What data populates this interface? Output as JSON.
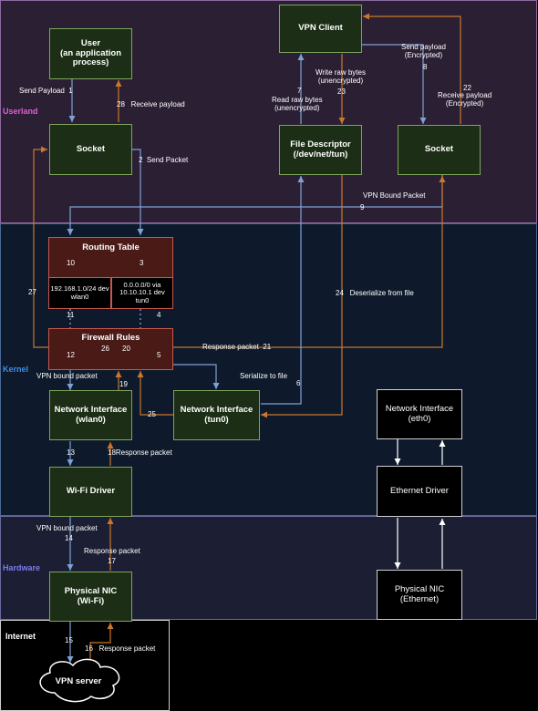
{
  "regions": {
    "userland": {
      "label": "Userland",
      "color": "#e65cd2",
      "fill": "#2a1f33",
      "border": "#8c6a9e"
    },
    "kernel": {
      "label": "Kernel",
      "color": "#3f8ee8",
      "fill": "#0e1a2b",
      "border": "#4a6a94"
    },
    "hardware": {
      "label": "Hardware",
      "color": "#7b7be8",
      "fill": "#1c1e33",
      "border": "#6a6a9e"
    },
    "internet": {
      "label": "Internet",
      "color": "#ffffff",
      "fill": "#000000",
      "border": "#cfcfcf"
    }
  },
  "nodes": {
    "user": "User\n(an application\nprocess)",
    "socket_left": "Socket",
    "vpn_client": "VPN Client",
    "file_descriptor": "File Descriptor\n(/dev/net/tun)",
    "socket_right": "Socket",
    "routing_table": "Routing Table",
    "route_wlan": "192.168.1.0/24 dev\nwlan0",
    "route_tun": "0.0.0.0/0 via\n10.10.10.1 dev\ntun0",
    "firewall_rules": "Firewall Rules",
    "netif_wlan": "Network Interface\n(wlan0)",
    "netif_tun": "Network Interface\n(tun0)",
    "netif_eth": "Network Interface\n(eth0)",
    "wifi_driver": "Wi-Fi Driver",
    "ethernet_driver": "Ethernet Driver",
    "nic_wifi": "Physical NIC\n(Wi-Fi)",
    "nic_eth": "Physical NIC\n(Ethernet)",
    "vpn_server": "VPN server"
  },
  "labels": {
    "l1": "Send Payload  1",
    "l28": "28   Receive payload",
    "l2": "2  Send Packet",
    "l7": "Read raw bytes\n(unencrypted)",
    "n7": "7",
    "l23": "Write raw bytes\n(unencrypted)",
    "n23": "23",
    "l8": "Send payload\n(Encrypted)",
    "n8": "8",
    "l22": "Receive payload\n(Encrypted)",
    "n22": "22",
    "l9": "VPN Bound Packet",
    "n9": "9",
    "n10": "10",
    "n3": "3",
    "n27": "27",
    "l24": "24   Deserialize from file",
    "n11": "11",
    "n4": "4",
    "n26": "26",
    "n20": "20",
    "n12": "12",
    "n5": "5",
    "l21": "Response packet  21",
    "l_vpnbound": "VPN bound packet",
    "n19": "19",
    "l6": "Serialize to file",
    "n6": "6",
    "n25": "25",
    "n13": "13",
    "l18": "18Response packet",
    "l14": "VPN bound packet",
    "n14": "14",
    "l17": "Response packet",
    "n17": "17",
    "n15": "15",
    "l16": "16   Response packet"
  },
  "colors": {
    "blue_edge": "#7da2d6",
    "orange_edge": "#c9772b",
    "white_edge": "#ffffff"
  }
}
